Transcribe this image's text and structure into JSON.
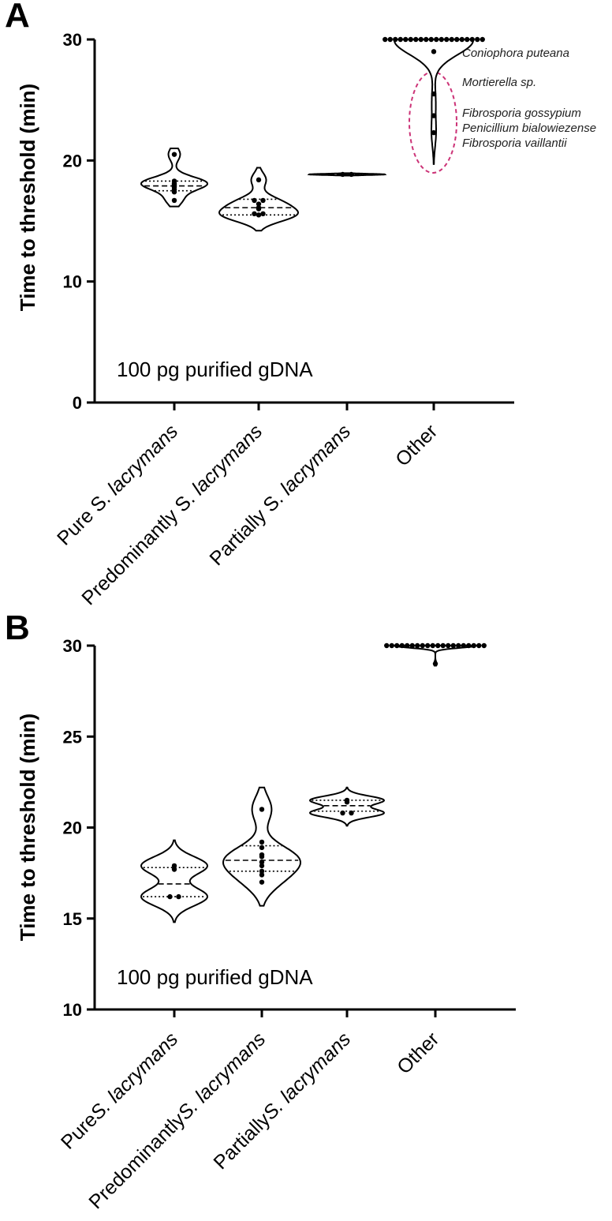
{
  "chart_data": [
    {
      "panel": "A",
      "type": "violin",
      "ylabel": "Time to threshold (min)",
      "ylim": [
        0,
        30
      ],
      "yticks": [
        "0",
        "10",
        "20",
        "30"
      ],
      "categories": [
        {
          "pre": "Pure S. ",
          "it": "lacrymans"
        },
        {
          "pre": "Predominantly S. ",
          "it": "lacrymans"
        },
        {
          "pre": "Partially S. ",
          "it": "lacrymans"
        },
        {
          "pre": "Other",
          "it": ""
        }
      ],
      "note": "100 pg purified gDNA",
      "annotations": [
        "Coniophora puteana",
        "Mortierella sp.",
        "Fibrosporia gossypium",
        "Penicillium bialowiezense",
        "Fibrosporia vaillantii"
      ],
      "highlight_color": "#cc3377",
      "violins": [
        {
          "range": [
            16.2,
            21.0
          ],
          "modes": [
            [
              20.5,
              0.18
            ],
            [
              18.1,
              1.0
            ],
            [
              16.8,
              0.25
            ]
          ],
          "median": 17.9,
          "q1": 17.5,
          "q3": 18.3,
          "points": [
            20.5,
            18.3,
            18.1,
            18.0,
            17.9,
            17.8,
            17.6,
            17.4,
            16.7
          ]
        },
        {
          "range": [
            14.2,
            19.4
          ],
          "modes": [
            [
              18.4,
              0.22
            ],
            [
              16.5,
              0.6
            ],
            [
              15.5,
              1.0
            ]
          ],
          "median": 16.1,
          "q1": 15.5,
          "q3": 16.8,
          "points": [
            18.4,
            16.7,
            16.7,
            16.4,
            16.1,
            16.0,
            15.6,
            15.6,
            15.5
          ]
        },
        {
          "range": [
            18.75,
            18.95
          ],
          "modes": [
            [
              18.85,
              1.0
            ]
          ],
          "median": 18.85,
          "q1": 18.82,
          "q3": 18.88,
          "points": [
            18.85,
            18.85
          ]
        },
        {
          "range": [
            19.7,
            30.0
          ],
          "modes": [
            [
              30.0,
              1.0
            ],
            [
              28.9,
              0.1
            ],
            [
              25.0,
              0.05
            ],
            [
              22.3,
              0.06
            ]
          ],
          "median": 30.0,
          "q1": 30.0,
          "q3": 30.0,
          "points": [
            30,
            30,
            30,
            30,
            30,
            30,
            30,
            30,
            30,
            30,
            30,
            30,
            30,
            30,
            30,
            30,
            30,
            30,
            30,
            30,
            29.0,
            25.5,
            23.7,
            22.3
          ]
        }
      ]
    },
    {
      "panel": "B",
      "type": "violin",
      "ylabel": "Time to threshold (min)",
      "ylim": [
        10,
        30
      ],
      "yticks": [
        "10",
        "15",
        "20",
        "25",
        "30"
      ],
      "categories": [
        {
          "pre": "Pure",
          "it": "S. lacrymans"
        },
        {
          "pre": "Predominantly",
          "it": "S. lacrymans"
        },
        {
          "pre": "Partially",
          "it": "S. lacrymans"
        },
        {
          "pre": "Other",
          "it": ""
        }
      ],
      "note": "100 pg purified gDNA",
      "violins": [
        {
          "range": [
            14.8,
            19.3
          ],
          "modes": [
            [
              17.9,
              1.0
            ],
            [
              16.2,
              1.0
            ]
          ],
          "median": 16.9,
          "q1": 16.2,
          "q3": 17.8,
          "points": [
            17.9,
            17.7,
            16.2,
            16.2
          ]
        },
        {
          "range": [
            15.7,
            22.2
          ],
          "modes": [
            [
              21.0,
              0.3
            ],
            [
              18.3,
              1.0
            ],
            [
              17.2,
              0.5
            ]
          ],
          "median": 18.2,
          "q1": 17.6,
          "q3": 19.0,
          "points": [
            21.0,
            19.2,
            18.9,
            18.5,
            18.4,
            18.1,
            17.9,
            17.6,
            17.4,
            17.0
          ]
        },
        {
          "range": [
            20.1,
            22.2
          ],
          "modes": [
            [
              21.5,
              1.0
            ],
            [
              20.8,
              1.0
            ]
          ],
          "median": 21.2,
          "q1": 20.9,
          "q3": 21.5,
          "points": [
            21.5,
            21.4,
            20.8,
            20.8
          ]
        },
        {
          "range": [
            28.9,
            30.0
          ],
          "modes": [
            [
              30.0,
              1.0
            ],
            [
              29.0,
              0.03
            ]
          ],
          "median": 30.0,
          "q1": 30.0,
          "q3": 30.0,
          "points": [
            30,
            30,
            30,
            30,
            30,
            30,
            30,
            30,
            30,
            30,
            30,
            30,
            30,
            30,
            30,
            30,
            30,
            30,
            30,
            30,
            29.0
          ]
        }
      ]
    }
  ]
}
